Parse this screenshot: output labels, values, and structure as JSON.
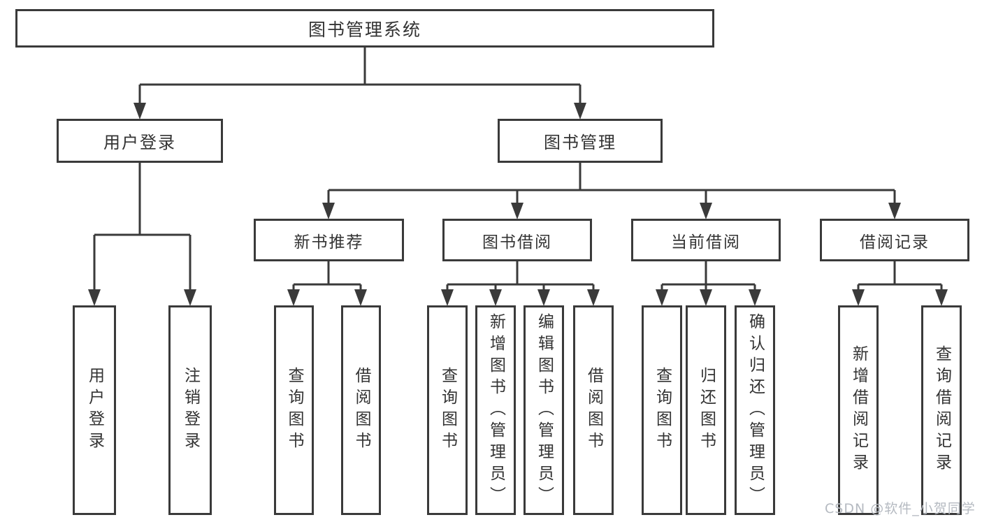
{
  "diagram": {
    "root": {
      "label": "图书管理系统"
    },
    "level2": {
      "user_login": {
        "label": "用户登录"
      },
      "book_mgmt": {
        "label": "图书管理"
      }
    },
    "level3": {
      "new_books": {
        "label": "新书推荐"
      },
      "book_borrow": {
        "label": "图书借阅"
      },
      "current_borrow": {
        "label": "当前借阅"
      },
      "borrow_records": {
        "label": "借阅记录"
      }
    },
    "leaves": {
      "user_login_children": {
        "login": {
          "label": "用户登录"
        },
        "logout": {
          "label": "注销登录"
        }
      },
      "new_books_children": {
        "query": {
          "label": "查询图书"
        },
        "borrow": {
          "label": "借阅图书"
        }
      },
      "book_borrow_children": {
        "query": {
          "label": "查询图书"
        },
        "add": {
          "label": "新增图书（管理员）"
        },
        "edit": {
          "label": "编辑图书（管理员）"
        },
        "borrow": {
          "label": "借阅图书"
        }
      },
      "current_borrow_children": {
        "query": {
          "label": "查询图书"
        },
        "return": {
          "label": "归还图书"
        },
        "confirm": {
          "label": "确认归还（管理员）"
        }
      },
      "borrow_records_children": {
        "add": {
          "label": "新增借阅记录"
        },
        "query": {
          "label": "查询借阅记录"
        }
      }
    },
    "colors": {
      "line": "#3a3a3a",
      "border": "#3a3a3a",
      "text": "#333333",
      "background": "#ffffff",
      "watermark": "#b5bac1"
    }
  },
  "watermark": {
    "text": "CSDN @软件_小贺同学"
  }
}
